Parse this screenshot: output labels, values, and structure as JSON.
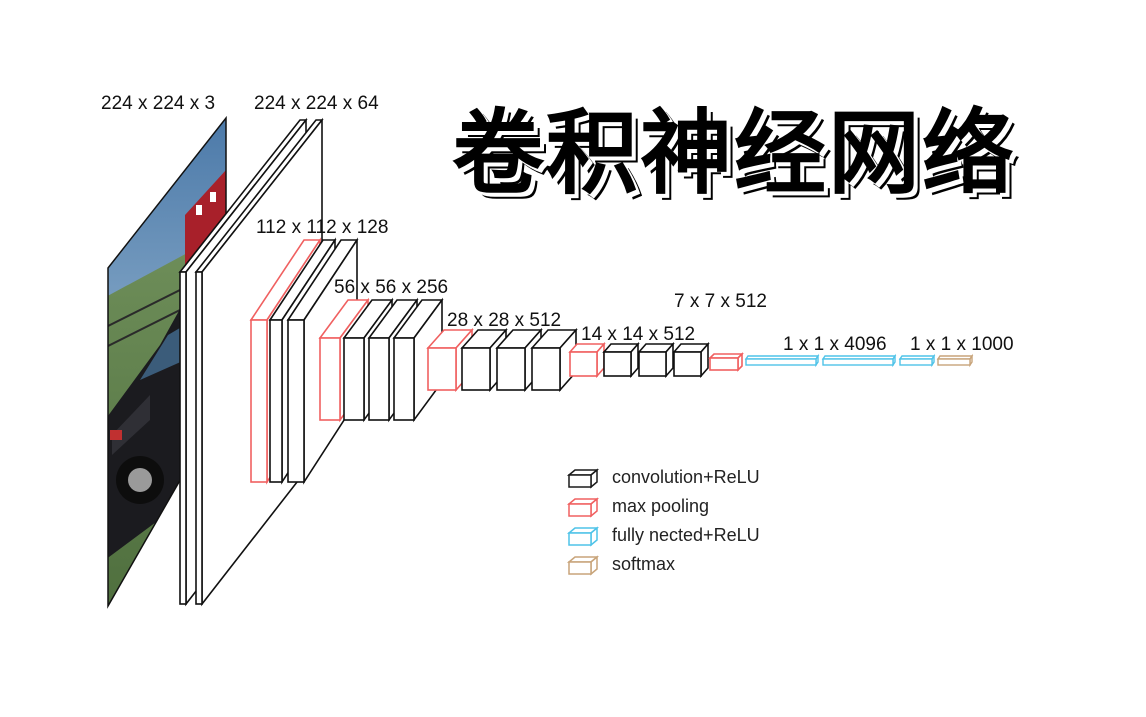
{
  "title": "卷积神经网络",
  "colors": {
    "convolution": "#1a1a1a",
    "pooling": "#f06060",
    "fully_connected": "#4fc3e8",
    "softmax": "#c8a47a"
  },
  "layer_labels": [
    "224 x 224 x 3",
    "224 x 224 x 64",
    "112 x 112 x 128",
    "56 x 56 x 256",
    "28 x 28 x 512",
    "14 x 14 x 512",
    "7 x 7 x 512",
    "1 x 1 x 4096",
    "1 x 1 x 1000"
  ],
  "legend": [
    {
      "label": "convolution+ReLU",
      "color": "#1a1a1a"
    },
    {
      "label": "max pooling",
      "color": "#f06060"
    },
    {
      "label": "fully nected+ReLU",
      "color": "#4fc3e8"
    },
    {
      "label": "softmax",
      "color": "#c8a47a"
    }
  ]
}
